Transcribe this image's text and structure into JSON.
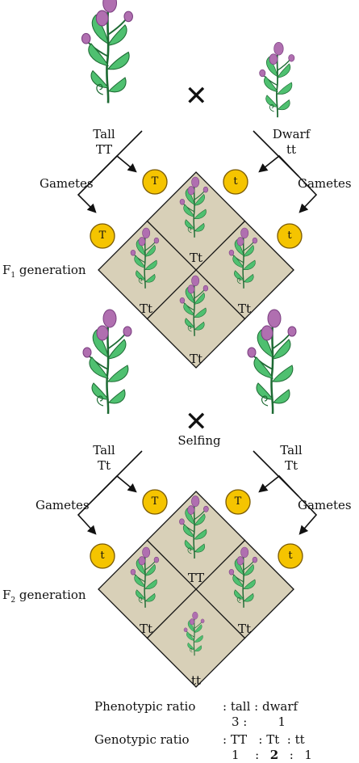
{
  "colors": {
    "gamete_fill": "#f5c400",
    "gamete_stroke": "#7a5a00",
    "square_fill": "#d8d0b8",
    "flower": "#b06fb0",
    "flower_dark": "#7a3f80",
    "leaf": "#4fc070",
    "leaf_dark": "#1d6a33"
  },
  "icons": {
    "cross": "cross-icon",
    "plant": "pea-plant-icon"
  },
  "cross_symbol": "✕",
  "f1": {
    "parent_left": {
      "phenotype": "Tall",
      "genotype": "TT"
    },
    "parent_right": {
      "phenotype": "Dwarf",
      "genotype": "tt"
    },
    "gametes_label": "Gametes",
    "gamete_top_left": "T",
    "gamete_side_left": "T",
    "gamete_top_right": "t",
    "gamete_side_right": "t",
    "generation_label": "F",
    "generation_sub": "1",
    "generation_suffix": " generation",
    "cells": [
      "Tt",
      "Tt",
      "Tt",
      "Tt"
    ]
  },
  "f2": {
    "parent_left": {
      "phenotype": "Tall",
      "genotype": "Tt"
    },
    "parent_right": {
      "phenotype": "Tall",
      "genotype": "Tt"
    },
    "selfing_label": "Selfing",
    "gametes_label": "Gametes",
    "gamete_top_left": "T",
    "gamete_side_left": "t",
    "gamete_top_right": "T",
    "gamete_side_right": "t",
    "generation_label": "F",
    "generation_sub": "2",
    "generation_suffix": " generation",
    "cells": [
      "TT",
      "Tt",
      "Tt",
      "tt"
    ]
  },
  "ratios": {
    "phenotypic_label": "Phenotypic ratio",
    "phenotypic_classes": ": tall : dwarf",
    "phenotypic_values": "3 :        1",
    "genotypic_label": "Genotypic ratio",
    "genotypic_classes": ": TT   : Tt  : tt",
    "genotypic_values": [
      "1",
      ":",
      "2",
      ":",
      "1"
    ]
  }
}
